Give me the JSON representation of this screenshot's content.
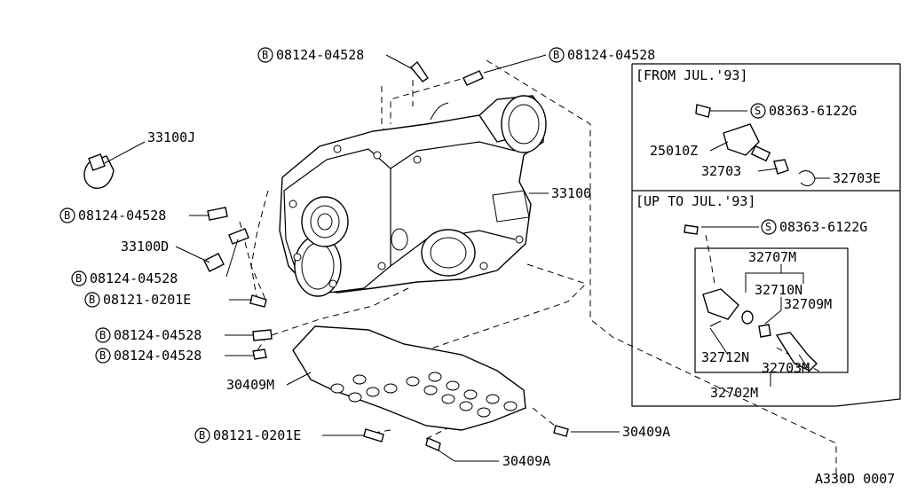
{
  "labels": {
    "bolt_top_left": "08124-04528",
    "bolt_top_right": "08124-04528",
    "clip": "33100J",
    "bolt_left_1": "08124-04528",
    "pin": "33100D",
    "bolt_left_2": "08124-04528",
    "bolt_left_3": "08121-0201E",
    "bolt_left_4": "08124-04528",
    "bolt_left_5": "08124-04528",
    "cover": "30409M",
    "bolt_bottom": "08121-0201E",
    "bolt_cover_right": "30409A",
    "bolt_cover_bottom": "30409A",
    "transfer": "33100",
    "from_header": "[FROM JUL.'93]",
    "from_screw": "08363-6122G",
    "from_sensor": "25010Z",
    "from_oring": "32703",
    "from_clip": "32703E",
    "upto_header": "[UP TO JUL.'93]",
    "upto_screw": "08363-6122G",
    "upto_m": "32707M",
    "upto_n": "32710N",
    "upto_9m": "32709M",
    "upto_12n": "32712N",
    "upto_03m": "32703M",
    "upto_02m": "32702M",
    "diagram_id": "A330D 0007",
    "mark_b": "B",
    "mark_s": "S"
  }
}
